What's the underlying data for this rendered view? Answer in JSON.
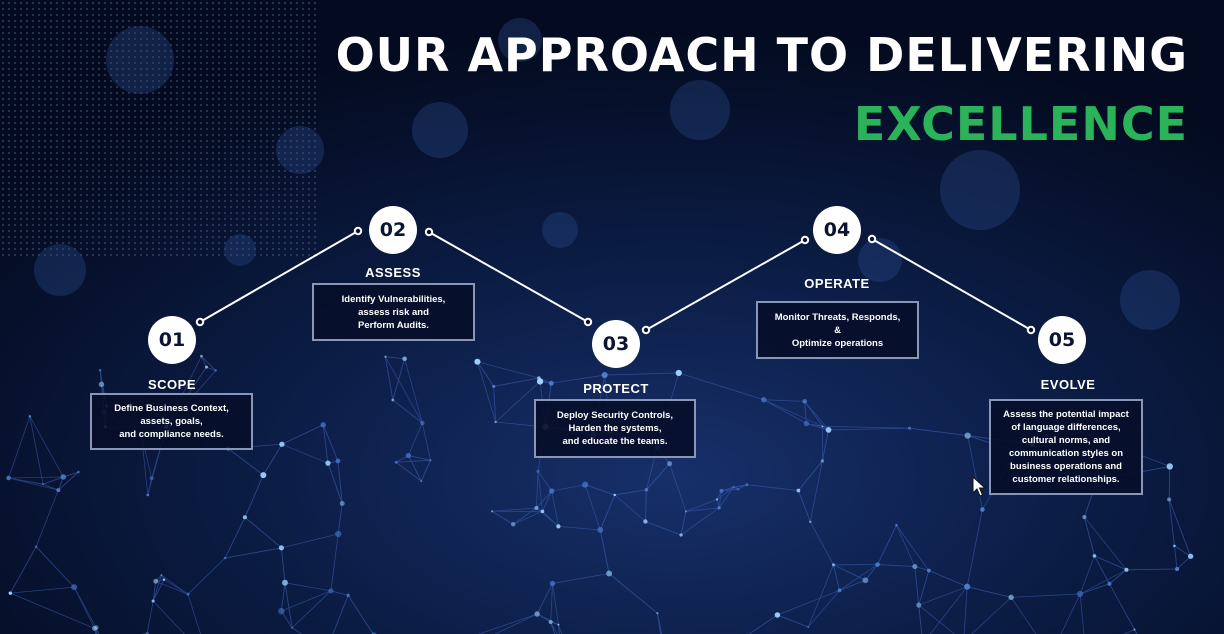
{
  "title": {
    "line1": "OUR APPROACH TO DELIVERING",
    "line2": "EXCELLENCE"
  },
  "colors": {
    "background": "#06122e",
    "accent": "#2bb35a",
    "text": "#ffffff",
    "box_border": "#8a96b8"
  },
  "steps": [
    {
      "number": "01",
      "label": "SCOPE",
      "lines": [
        "Define Business Context,",
        "assets, goals,",
        "and compliance needs."
      ]
    },
    {
      "number": "02",
      "label": "ASSESS",
      "lines": [
        "Identify Vulnerabilities,",
        "assess risk and",
        "Perform Audits."
      ]
    },
    {
      "number": "03",
      "label": "PROTECT",
      "lines": [
        "Deploy Security Controls,",
        "Harden the systems,",
        "and educate the teams."
      ]
    },
    {
      "number": "04",
      "label": "OPERATE",
      "lines": [
        "Monitor Threats, Responds,",
        "&",
        "Optimize operations"
      ]
    },
    {
      "number": "05",
      "label": "EVOLVE",
      "lines": [
        "Assess the potential impact",
        "of language differences,",
        "cultural norms, and",
        "communication styles on",
        "business operations and",
        "customer relationships."
      ]
    }
  ]
}
